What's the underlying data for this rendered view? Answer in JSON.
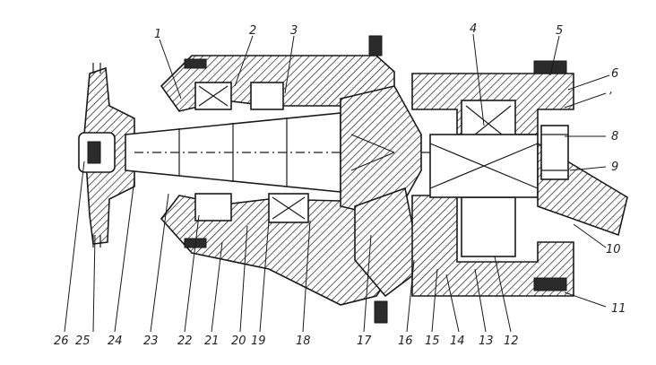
{
  "callouts": {
    "c1": "1",
    "c2": "2",
    "c3": "3",
    "c4": "4",
    "c5": "5",
    "c6": "6",
    "c7": ",",
    "c8": "8",
    "c9": "9",
    "c10": "10",
    "c11": "11",
    "c12": "12",
    "c13": "13",
    "c14": "14",
    "c15": "15",
    "c16": "16",
    "c17": "17",
    "c18": "18",
    "c19": "19",
    "c20": "20",
    "c21": "21",
    "c22": "22",
    "c23": "23",
    "c24": "24",
    "c25": "25",
    "c26": "26"
  }
}
